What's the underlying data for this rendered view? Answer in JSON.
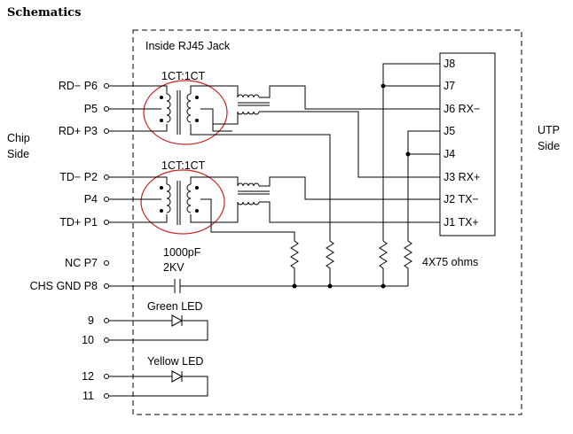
{
  "title": "Schematics",
  "box_title": "Inside RJ45 Jack",
  "chip_side": [
    "Chip",
    "Side"
  ],
  "utp_side": [
    "UTP",
    "Side"
  ],
  "left_pins": [
    {
      "label": "RD−  P6"
    },
    {
      "label": "P5"
    },
    {
      "label": "RD+  P3"
    },
    {
      "label": "TD−  P2"
    },
    {
      "label": "P4"
    },
    {
      "label": "TD+  P1"
    },
    {
      "label": "NC  P7"
    },
    {
      "label": "CHS  GND  P8"
    },
    {
      "label": "9"
    },
    {
      "label": "10"
    },
    {
      "label": "12"
    },
    {
      "label": "11"
    }
  ],
  "right_pins": [
    {
      "label": "J8"
    },
    {
      "label": "J7"
    },
    {
      "label": "J6  RX−"
    },
    {
      "label": "J5"
    },
    {
      "label": "J4"
    },
    {
      "label": "J3  RX+"
    },
    {
      "label": "J2  TX−"
    },
    {
      "label": "J1  TX+"
    }
  ],
  "transformer_ratio": "1CT:1CT",
  "capacitor_value": "1000pF",
  "capacitor_voltage": "2KV",
  "resistors": "4X75  ohms",
  "led_green": "Green  LED",
  "led_yellow": "Yellow  LED"
}
